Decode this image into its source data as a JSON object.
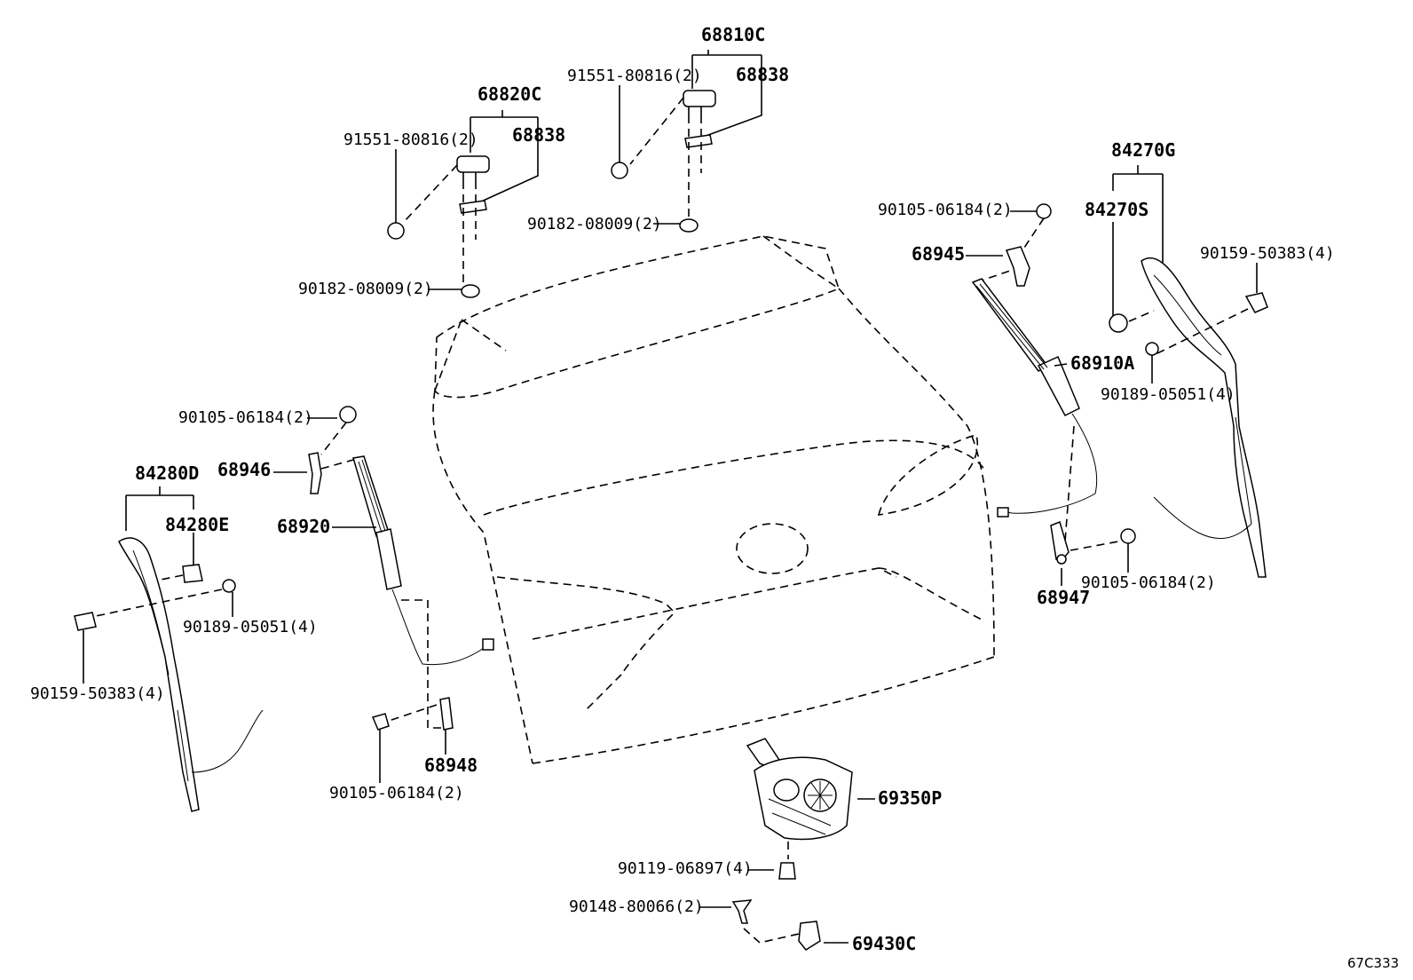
{
  "diagram": {
    "code": "67C333",
    "labels": {
      "p68810C": "68810C",
      "p68838_a": "68838",
      "p91551_a": "91551-80816(2)",
      "p90182_a": "90182-08009(2)",
      "p68820C": "68820C",
      "p68838_b": "68838",
      "p91551_b": "91551-80816(2)",
      "p90182_b": "90182-08009(2)",
      "p84270G": "84270G",
      "p84270S": "84270S",
      "p90159_a": "90159-50383(4)",
      "p90189_a": "90189-05051(4)",
      "p90105_a": "90105-06184(2)",
      "p68945": "68945",
      "p68910A": "68910A",
      "p90105_b": "90105-06184(2)",
      "p68947": "68947",
      "p90105_c": "90105-06184(2)",
      "p68946": "68946",
      "p68920": "68920",
      "p84280D": "84280D",
      "p84280E": "84280E",
      "p90189_b": "90189-05051(4)",
      "p90159_b": "90159-50383(4)",
      "p90105_d": "90105-06184(2)",
      "p68948": "68948",
      "p69350P": "69350P",
      "p90119": "90119-06897(4)",
      "p90148": "90148-80066(2)",
      "p69430C": "69430C"
    }
  }
}
